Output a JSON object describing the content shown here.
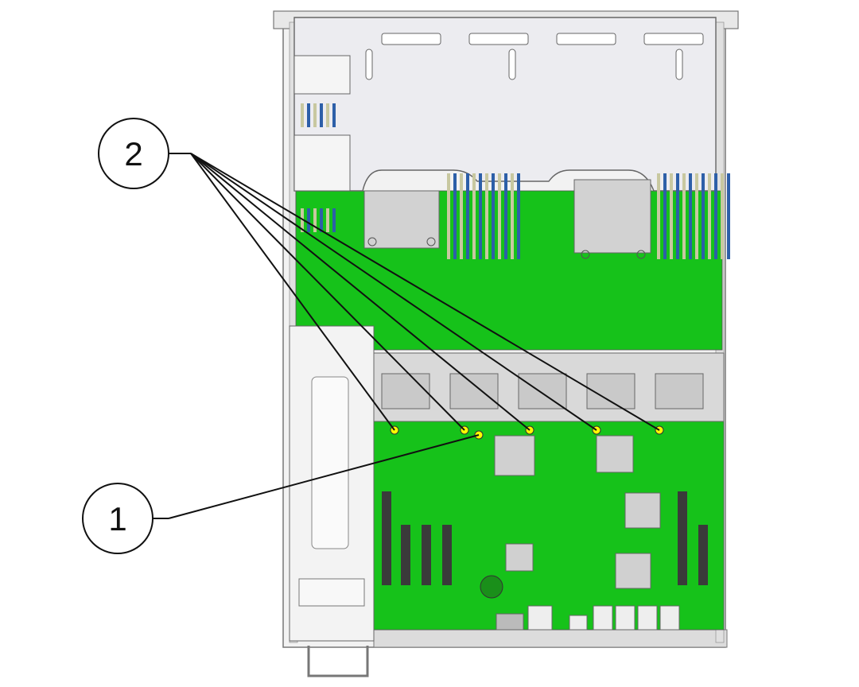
{
  "callouts": [
    {
      "id": 1,
      "label": "1"
    },
    {
      "id": 2,
      "label": "2"
    }
  ],
  "colors": {
    "board_green": "#16c21a",
    "chassis_gray": "#e6e6e6",
    "chassis_line": "#8a8a8a",
    "led_yellow": "#ffff00",
    "fan_gray": "#c9c9c9",
    "dimm_blue": "#2d5fa8",
    "heatsink_gray": "#d2d2d2",
    "leader_line": "#111111"
  }
}
